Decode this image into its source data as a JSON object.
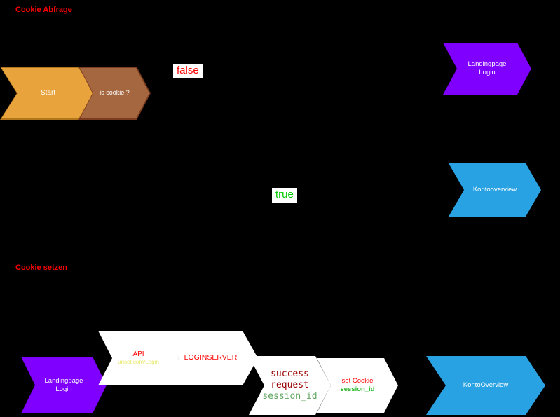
{
  "sections": {
    "cookie_abfrage": "Cookie Abfrage",
    "cookie_setzen": "Cookie setzen"
  },
  "flow_query": {
    "start": "Start",
    "is_cookie": "is cookie ?",
    "false_label": "false",
    "true_label": "true",
    "landingpage_line1": "Landingpage",
    "landingpage_line2": "Login",
    "kontooverview": "Kontooverview"
  },
  "flow_set": {
    "landingpage_line1": "Landingpage",
    "landingpage_line2": "Login",
    "api": "API",
    "api_url": "unset.com/Login",
    "loginserver": "LOGINSERVER",
    "success_line1": "success",
    "success_line2": "request",
    "success_line3": "session_id",
    "set_cookie_line1": "set Cookie",
    "set_cookie_line2": "session_id",
    "kontooverview": "KontoOverview"
  },
  "colors": {
    "background": "#000000",
    "section_title_red": "#FF0000",
    "orange_fill": "#E8A33D",
    "orange_border": "#B1761B",
    "brown_fill": "#A5673F",
    "brown_border": "#7A3B1E",
    "purple_fill": "#7F00FF",
    "blue_fill": "#29A2E3",
    "white_fill": "#FFFFFF",
    "false_red": "#FF0000",
    "true_green": "#00CC00",
    "dark_red_text": "#990000",
    "session_green_light": "#5FA55F",
    "session_green_bright": "#2EB82E",
    "api_url_yellow": "#E8E86A"
  }
}
